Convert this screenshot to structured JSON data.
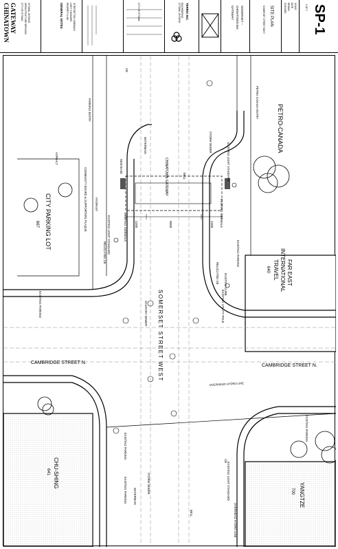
{
  "title_block": {
    "project_logo_line1": "CHINATOWN",
    "project_logo_line2": "GATEWAY",
    "designer_lines": [
      "CITY OF OTTAWA",
      "INFRASTRUCTURE SERVICES",
      "OTTAWA, ONTARIO"
    ],
    "general_notes_heading": "GENERAL NOTES",
    "legend_items": [
      "PROPERTY LINE",
      "LIGHT STANDARD",
      "INTERSECTING SIDEWALK"
    ],
    "firm_name": "TERRIS INC.",
    "firm_address": [
      "ENGINEERING",
      "OTTAWA, ONTARIO"
    ],
    "project_title": [
      "SOMERSET –",
      "CHINATOWN BIA",
      "GATEWAY"
    ],
    "drawing_title": "SITE PLAN",
    "drawing_subtitle": "SOMERSET STREET WEST",
    "sheet_fields": [
      "SCALE",
      "DATE",
      "DRAWN",
      "CHECKED"
    ],
    "sheet_number": "SP-1",
    "sheet_of": "1 OF 2"
  },
  "plan": {
    "city_parking_lot": "CITY PARKING LOT",
    "city_parking_lot_no": "667",
    "asphalt": "ASPHALT",
    "community_board": "COMMUNITY BOARD & SUPPORTERS PLAQUE",
    "hydrant": "HYDRANT",
    "existing_light_standard": "EXISTING LIGHT STANDARD",
    "relocated_cb": "RELOCATED CB",
    "chinatown_gateway": "CHINATOWN GATEWAY",
    "new_base": "NEW BASE",
    "dimension_long": "9000",
    "dimension_left": "2200",
    "dimension_right": "2200",
    "existing_sidewalk": "EXISTING SIDEWALK",
    "existing_curb": "EXISTING CURB",
    "existing_utility_pole": "EXISTING UTILITY POLE",
    "existing_parking": "EXISTING PARKING",
    "somerset_street_west": "SOMERSET STREET WEST",
    "cambridge_street_n_1": "CAMBRIDGE STREET N.",
    "cambridge_street_n_2": "CAMBRIDGE STREET N.",
    "petro_canada": "PETRO-CANADA",
    "petro_canada_entry": "PETRO CANADA ENTRY",
    "far_east_line1": "FAR EAST",
    "far_east_line2": "INTERNATIONAL",
    "far_east_line3": "TRAVEL",
    "far_east_no": "640",
    "chu_shing": "CHU-SHING",
    "chu_shing_no": "641",
    "yangtze": "YANGTZE",
    "yangtze_no": "700",
    "overhead_hydro_line": "OVERHEAD HYDRO LINE",
    "cb": "CB",
    "bell": "BELL",
    "parking_entry": "PARKING ENTRY",
    "watermain": "WATERMAIN",
    "sanitary_sewer": "SANITARY SEWER",
    "storm_sewer": "STORM SEWER"
  }
}
